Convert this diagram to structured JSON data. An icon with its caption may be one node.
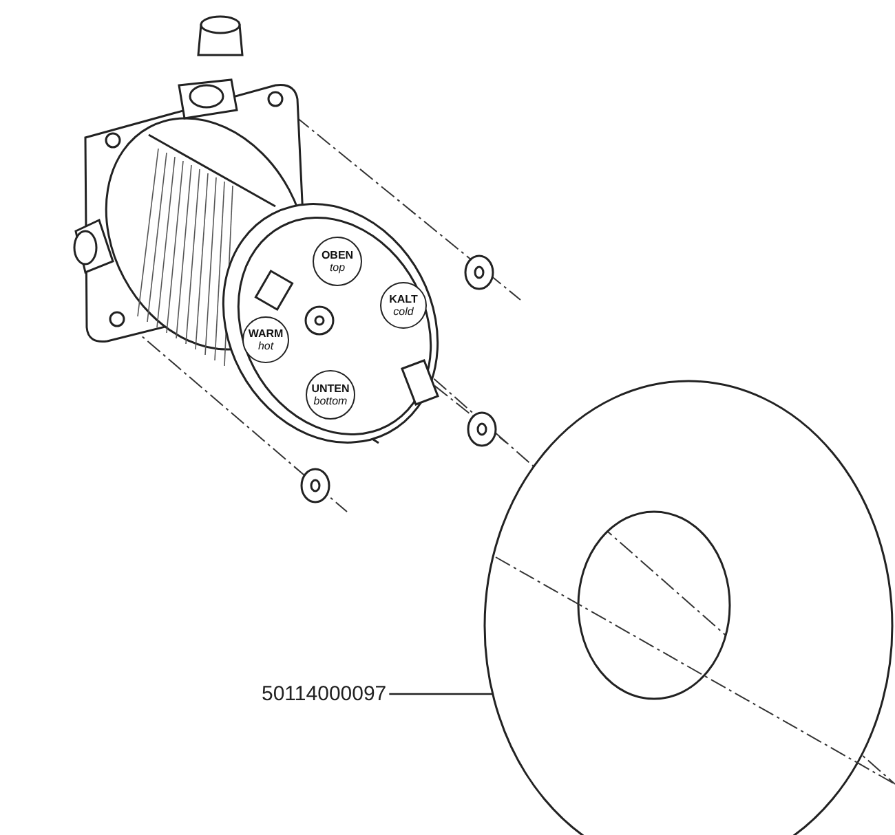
{
  "diagram": {
    "nodes": [
      {
        "text": [
          "OBEN",
          "top"
        ]
      },
      {
        "text": [
          "KALT",
          "cold"
        ]
      },
      {
        "text": [
          "WARM",
          "hot"
        ]
      },
      {
        "text": [
          "UNTEN",
          "bottom"
        ]
      },
      {
        "text": [
          "50114000097"
        ]
      },
      {
        "text": [],
        "shape": "circle"
      }
    ],
    "edges": [
      {
        "from": 4,
        "to": 5,
        "arrow": "none"
      }
    ]
  }
}
